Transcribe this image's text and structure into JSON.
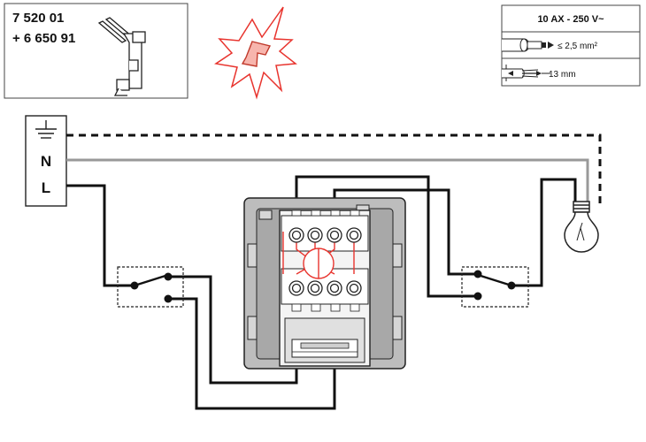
{
  "product": {
    "ref_primary": "7 520 01",
    "ref_secondary": "+ 6 650 91"
  },
  "specs": {
    "rating": "10 AX - 250 V~",
    "wire_section": "≤ 2,5 mm²",
    "strip_length": "13 mm"
  },
  "terminals": {
    "earth": "",
    "neutral": "N",
    "line": "L"
  },
  "icons": {
    "warning": "burst-warning-icon",
    "clip": "mounting-clip-icon",
    "earth": "earth-ground-icon",
    "lamp": "light-bulb-icon",
    "screwdriver": "screwdriver-icon"
  },
  "colors": {
    "wire": "#111111",
    "neutral_wire": "#999999",
    "accent": "#e8342e",
    "accent_fill": "#f7b5ad"
  }
}
